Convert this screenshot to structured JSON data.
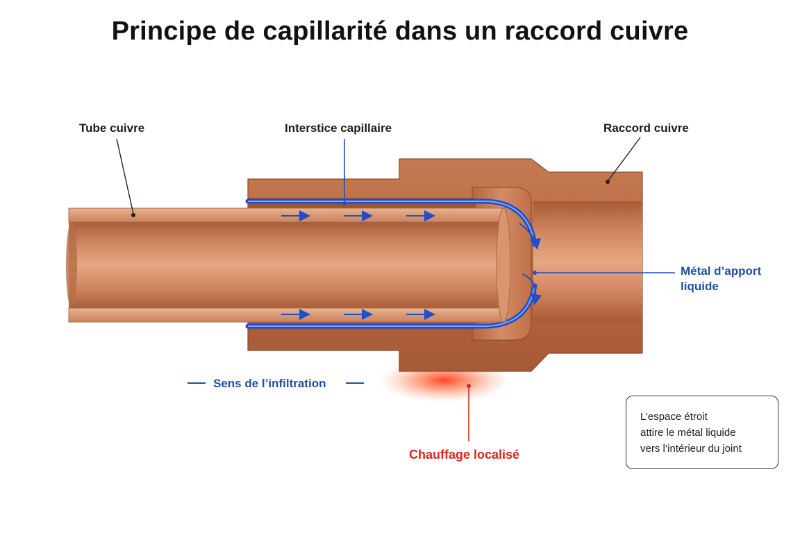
{
  "title": "Principe de capillarité dans un raccord cuivre",
  "labels": {
    "tube": "Tube cuivre",
    "gap": "Interstice capillaire",
    "fitting": "Raccord cuivre",
    "filler": [
      "Métal d’apport",
      "liquide"
    ],
    "direction": "Sens de l’infiltration",
    "heating": "Chauffage localisé"
  },
  "note": [
    "L’espace étroit",
    "attire le métal liquide",
    "vers l’intérieur du joint"
  ],
  "colors": {
    "copper_light": "#e2a582",
    "copper": "#c7784c",
    "copper_dark": "#9c5332",
    "filler_blue": "#1e4fc8",
    "label_blue": "#1f4fa6",
    "heat_red": "#d8271d"
  },
  "icons": [
    "flow-arrow-icon",
    "heat-glow-icon"
  ]
}
